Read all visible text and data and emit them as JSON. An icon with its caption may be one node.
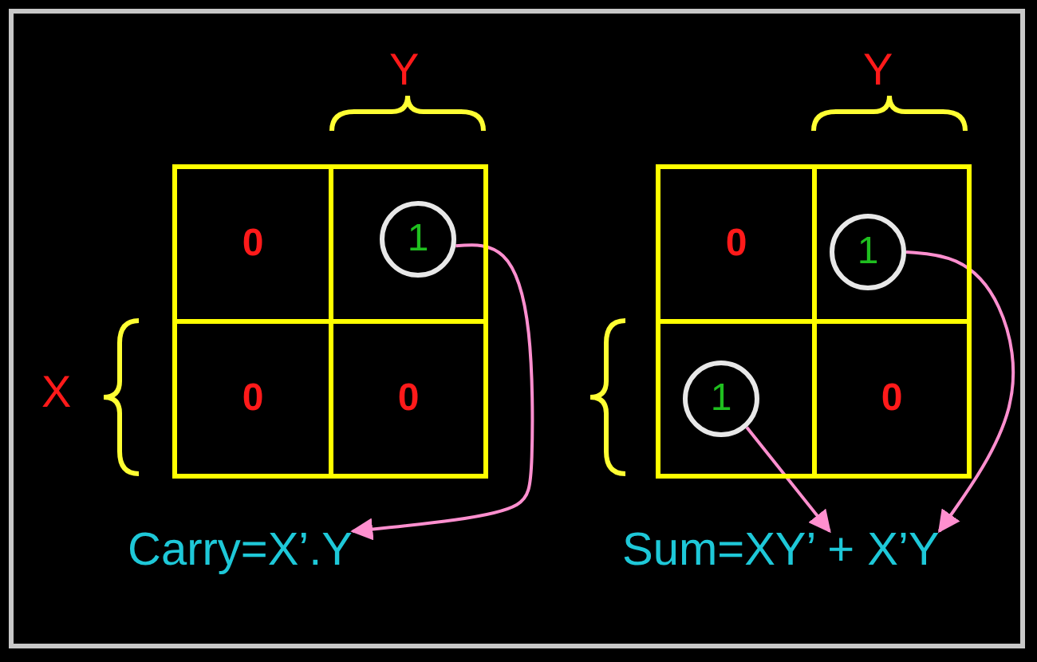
{
  "diagram": {
    "nodes": [
      {
        "text": [
          "0"
        ]
      },
      {
        "text": [],
        "shape": "box"
      },
      {
        "text": [
          "1"
        ],
        "in": 1
      },
      {
        "text": [
          "0"
        ]
      },
      {
        "text": [
          "0"
        ]
      },
      {
        "text": [
          "0"
        ]
      },
      {
        "text": [],
        "shape": "box"
      },
      {
        "text": [
          "1"
        ],
        "in": 6
      },
      {
        "text": [],
        "shape": "box"
      },
      {
        "text": [
          "1"
        ],
        "in": 8
      },
      {
        "text": [
          "0"
        ]
      },
      {
        "text": [
          "Carry=X’.Y"
        ]
      },
      {
        "text": [
          "Sum=XY’ + X’Y"
        ]
      }
    ],
    "edges": [
      {
        "from": 2,
        "to": 11,
        "arrow": "to"
      },
      {
        "from": 7,
        "to": 12,
        "arrow": "to"
      },
      {
        "from": 9,
        "to": 12,
        "arrow": "to"
      }
    ],
    "labels": [
      "Y",
      "Y",
      "X"
    ]
  }
}
